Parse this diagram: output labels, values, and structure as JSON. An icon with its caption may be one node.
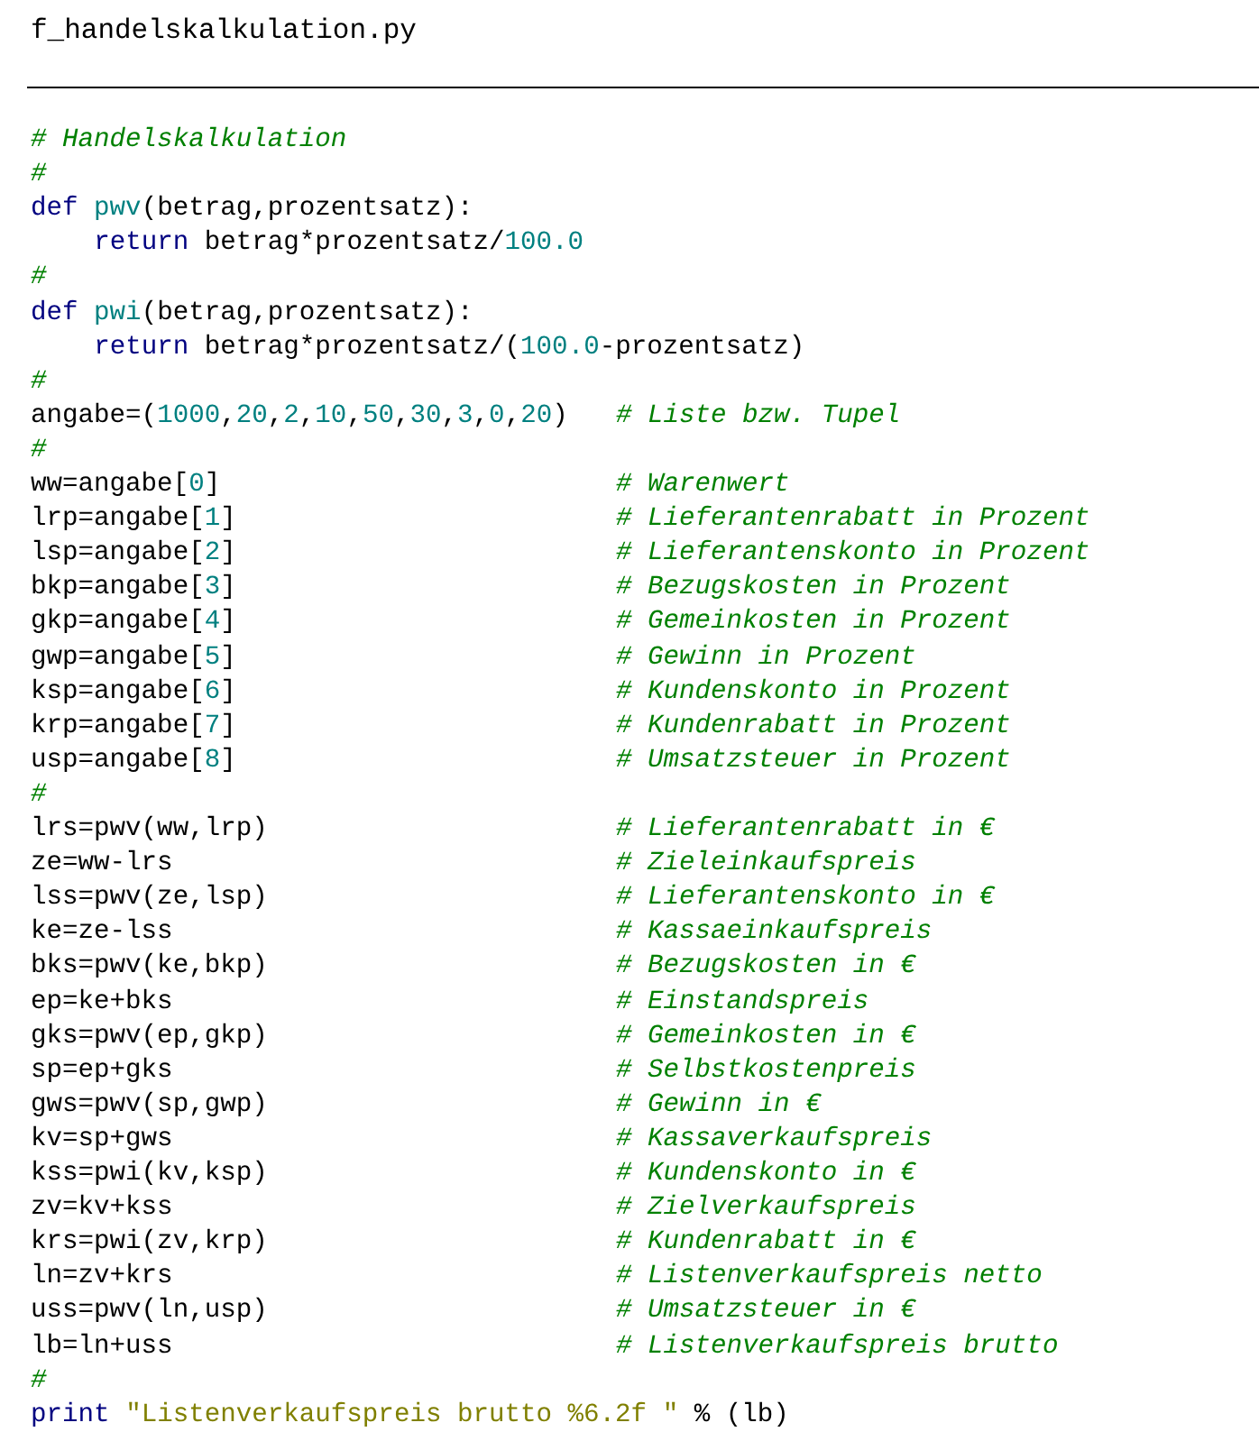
{
  "diagram": {
    "title": "f_handelskalkulation.py",
    "labels": [
      "# Handelskalkulation",
      "#",
      "def pwv(betrag,prozentsatz):",
      "return betrag*prozentsatz/100.0",
      "#",
      "def pwi(betrag,prozentsatz):",
      "return betrag*prozentsatz/(100.0-prozentsatz)",
      "#",
      "angabe=(1000,20,2,10,50,30,3,0,20)",
      "# Liste bzw. Tupel",
      "#",
      "ww=angabe[0]",
      "# Warenwert",
      "lrp=angabe[1]",
      "# Lieferantenrabatt in Prozent",
      "lsp=angabe[2]",
      "# Lieferantenskonto in Prozent",
      "bkp=angabe[3]",
      "# Bezugskosten in Prozent",
      "gkp=angabe[4]",
      "# Gemeinkosten in Prozent",
      "gwp=angabe[5]",
      "# Gewinn in Prozent",
      "ksp=angabe[6]",
      "# Kundenskonto in Prozent",
      "krp=angabe[7]",
      "# Kundenrabatt in Prozent",
      "usp=angabe[8]",
      "# Umsatzsteuer in Prozent",
      "#",
      "lrs=pwv(ww,lrp)",
      "# Lieferantenrabatt in €",
      "ze=ww-lrs",
      "# Zieleinkaufspreis",
      "lss=pwv(ze,lsp)",
      "# Lieferantenskonto in €",
      "ke=ze-lss",
      "# Kassaeinkaufspreis",
      "bks=pwv(ke,bkp)",
      "# Bezugskosten in €",
      "ep=ke+bks",
      "# Einstandspreis",
      "gks=pwv(ep,gkp)",
      "# Gemeinkosten in €",
      "sp=ep+gks",
      "# Selbstkostenpreis",
      "gws=pwv(sp,gwp)",
      "# Gewinn in €",
      "kv=sp+gws",
      "# Kassaverkaufspreis",
      "kss=pwi(kv,ksp)",
      "# Kundenskonto in €",
      "zv=kv+kss",
      "# Zielverkaufspreis",
      "krs=pwi(zv,krp)",
      "# Kundenrabatt in €",
      "ln=zv+krs",
      "# Listenverkaufspreis netto",
      "uss=pwv(ln,usp)",
      "# Umsatzsteuer in €",
      "lb=ln+uss",
      "# Listenverkaufspreis brutto",
      "#",
      "print \"Listenverkaufspreis brutto %6.2f \" % (lb)"
    ]
  }
}
